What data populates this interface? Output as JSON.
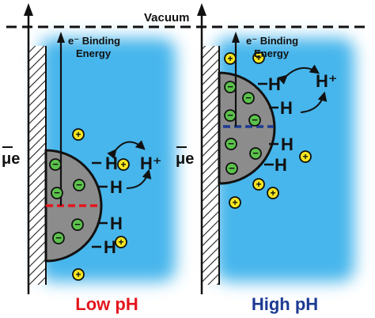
{
  "vacuum_label": "Vacuum",
  "binding_energy": {
    "line1": "e⁻ Binding",
    "line2": "Energy"
  },
  "mu_label": "μe",
  "hydrogen": "H",
  "proton": "H⁺",
  "minus": "−",
  "plus": "+",
  "panels": [
    {
      "id": "low",
      "caption": "Low pH",
      "caption_color": "#e4161e",
      "fermi_color": "#e4161e"
    },
    {
      "id": "high",
      "caption": "High pH",
      "caption_color": "#1c3a93",
      "fermi_color": "#1c3a93"
    }
  ],
  "colors": {
    "water": "#47b6ec",
    "metal": "#8c8c8c",
    "anion": "#5bc24b",
    "cation": "#f6e620"
  }
}
